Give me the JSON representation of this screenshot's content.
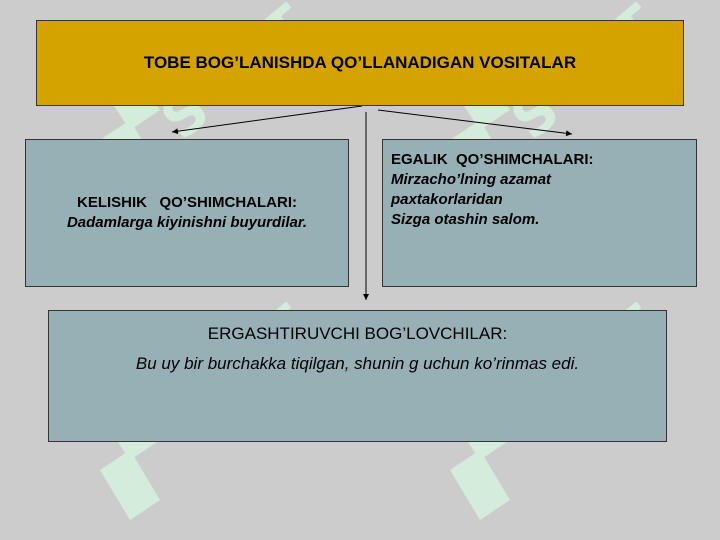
{
  "title": "TOBE BOG’LANISHDA QO’LLANADIGAN VOSITALAR",
  "left": {
    "heading": "KELISHIK   QO’SHIMCHALARI:",
    "example": "Dadamlarga kiyinishni buyurdilar."
  },
  "right": {
    "heading": "EGALIK  QO’SHIMCHALARI:",
    "example_line1": "Mirzacho’lning azamat",
    "example_line2": "paxtakorlaridan",
    "example_line3": "Sizga otashin salom."
  },
  "bottom": {
    "heading": "ERGASHTIRUVCHI BOG’LOVCHILAR:",
    "example": "Bu uy bir burchakka tiqilgan, shunin g uchun ko’rinmas edi."
  },
  "watermark": "SOFT",
  "colors": {
    "title_fill": "#d4a300",
    "box_fill": "#97b0b6",
    "background": "#cccccc",
    "watermark": "#d4ecdc"
  }
}
